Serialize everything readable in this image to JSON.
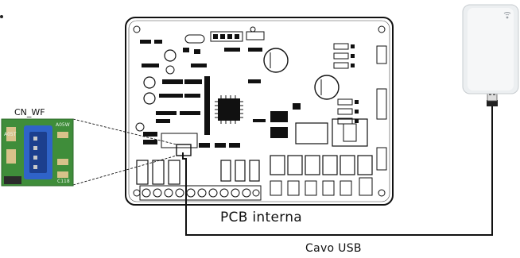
{
  "labels": {
    "connector": "CN_WF",
    "board": "PCB interna",
    "cable": "Cavo USB"
  },
  "photo_marks": [
    "A05T",
    "A05W",
    "C118"
  ],
  "icons": {
    "module_status": "wifi-icon"
  },
  "colors": {
    "connector_blue": "#2f63c8",
    "pcb_green": "#3f8d3a",
    "line": "#111111"
  }
}
